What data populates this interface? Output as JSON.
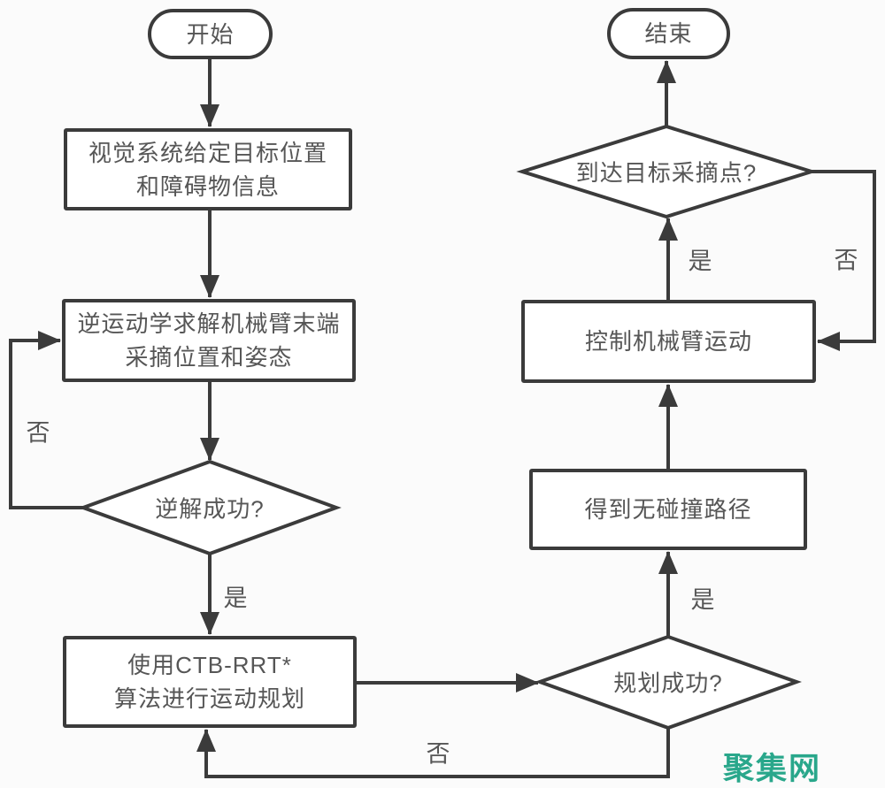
{
  "colors": {
    "stroke": "#3b3b3b",
    "text": "#565656",
    "bg": "#fbfbfb",
    "watermark": "#29a78b"
  },
  "flowchart": {
    "nodes": {
      "start": {
        "label": "开始"
      },
      "vision": {
        "lines": [
          "视觉系统给定目标位置",
          "和障碍物信息"
        ]
      },
      "ik": {
        "lines": [
          "逆运动学求解机械臂末端",
          "采摘位置和姿态"
        ]
      },
      "ik_decision": {
        "label": "逆解成功?"
      },
      "ctb": {
        "lines": [
          "使用CTB-RRT*",
          "算法进行运动规划"
        ]
      },
      "plan_decision": {
        "label": "规划成功?"
      },
      "path": {
        "label": "得到无碰撞路径"
      },
      "control": {
        "label": "控制机械臂运动"
      },
      "reach_decision": {
        "label": "到达目标采摘点?"
      },
      "end": {
        "label": "结束"
      }
    },
    "edge_labels": {
      "ik_no": "否",
      "ik_yes": "是",
      "plan_no": "否",
      "plan_yes": "是",
      "reach_yes": "是",
      "reach_no": "否"
    }
  },
  "watermark": {
    "text": "聚集网"
  }
}
